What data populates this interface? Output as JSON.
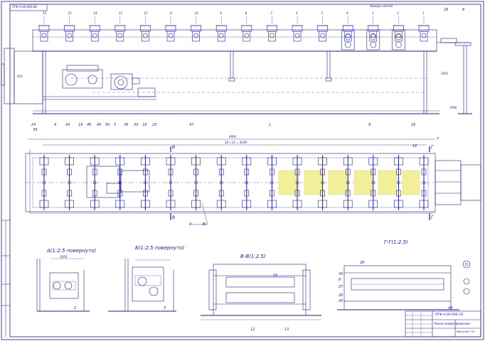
{
  "drawing": {
    "code_box_top_left": "ПГФ-А.00.000 ВО",
    "top_header_note": "Номера клетей",
    "stamp_code": "ПГФ-А.00.000 СБ",
    "stamp_title": "Линия профилирования",
    "stamp_sheet": "Масштаб 1:10"
  },
  "views": {
    "section_a": "А(1:2.5 повернуто)",
    "section_b": "Б(1:2.5 повернуто)",
    "section_vv": "В-В(1:2.5)",
    "section_gg": "Г-Г(1:2.5)"
  },
  "plan": {
    "overall_dim": "4900",
    "stand_pitch_dim": "38 х 11 = 4180",
    "cut_marks": {
      "top_b": "В",
      "bottom_b": "В",
      "top_g": "Г",
      "bottom_g": "Г",
      "a_mark": "А",
      "zh_mark": "Ж"
    }
  },
  "elevation_callouts": [
    "24",
    "39",
    "4",
    "43",
    "19",
    "46",
    "40",
    "50",
    "5",
    "36",
    "30",
    "18",
    "25",
    "47",
    "1",
    "9",
    "16"
  ],
  "top_callouts": [
    "29",
    "8"
  ],
  "plan_callouts": [
    "7",
    "16"
  ],
  "stand_numbers": [
    "16",
    "15",
    "14",
    "13",
    "12",
    "11",
    "10",
    "9",
    "8",
    "7",
    "6",
    "5",
    "4",
    "3",
    "2",
    "1"
  ],
  "gg_callouts": [
    "28",
    "34",
    "8",
    "27",
    "26",
    "45",
    "44"
  ],
  "vv_callouts": [
    "15",
    "12",
    "13"
  ],
  "bottom_callouts": {
    "a": "2",
    "b": "3"
  },
  "side_dims": {
    "h1": "650",
    "h2": "1065",
    "len": "1980",
    "a_dim": "1060"
  }
}
